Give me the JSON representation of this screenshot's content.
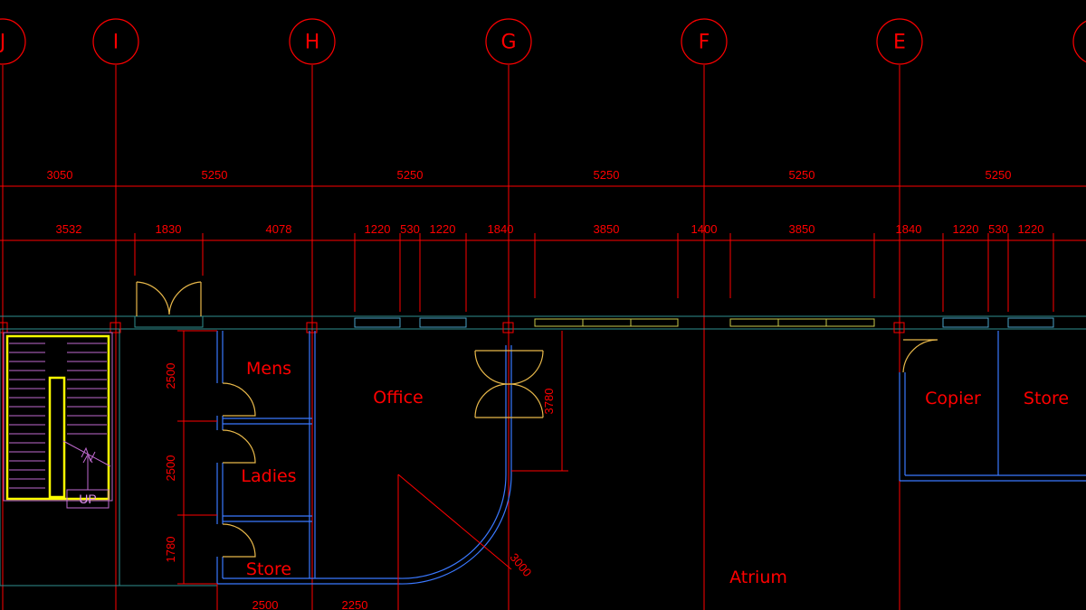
{
  "grid_bubbles": [
    "J",
    "I",
    "H",
    "G",
    "F",
    "E"
  ],
  "dimensions_top": [
    "3050",
    "5250",
    "5250",
    "5250",
    "5250",
    "5250"
  ],
  "dimensions_openings": [
    "3532",
    "1830",
    "4078",
    "1220",
    "530",
    "1220",
    "1840",
    "3850",
    "1400",
    "3850",
    "1840",
    "1220",
    "530",
    "1220"
  ],
  "dimensions_vertical": [
    "2500",
    "2500",
    "1780",
    "3780"
  ],
  "dimension_radius": "3000",
  "dimensions_bottom": [
    "2500",
    "2250"
  ],
  "rooms": [
    "Mens",
    "Office",
    "Ladies",
    "Store",
    "Copier",
    "Store",
    "Atrium"
  ],
  "stair_label": "UP",
  "colors": {
    "background": "#000000",
    "grid": "#ff0000",
    "wall": "#3a78ff",
    "door": "#e8b84a",
    "stair": "#c06ad0",
    "stair_highlight": "#ffff00"
  }
}
